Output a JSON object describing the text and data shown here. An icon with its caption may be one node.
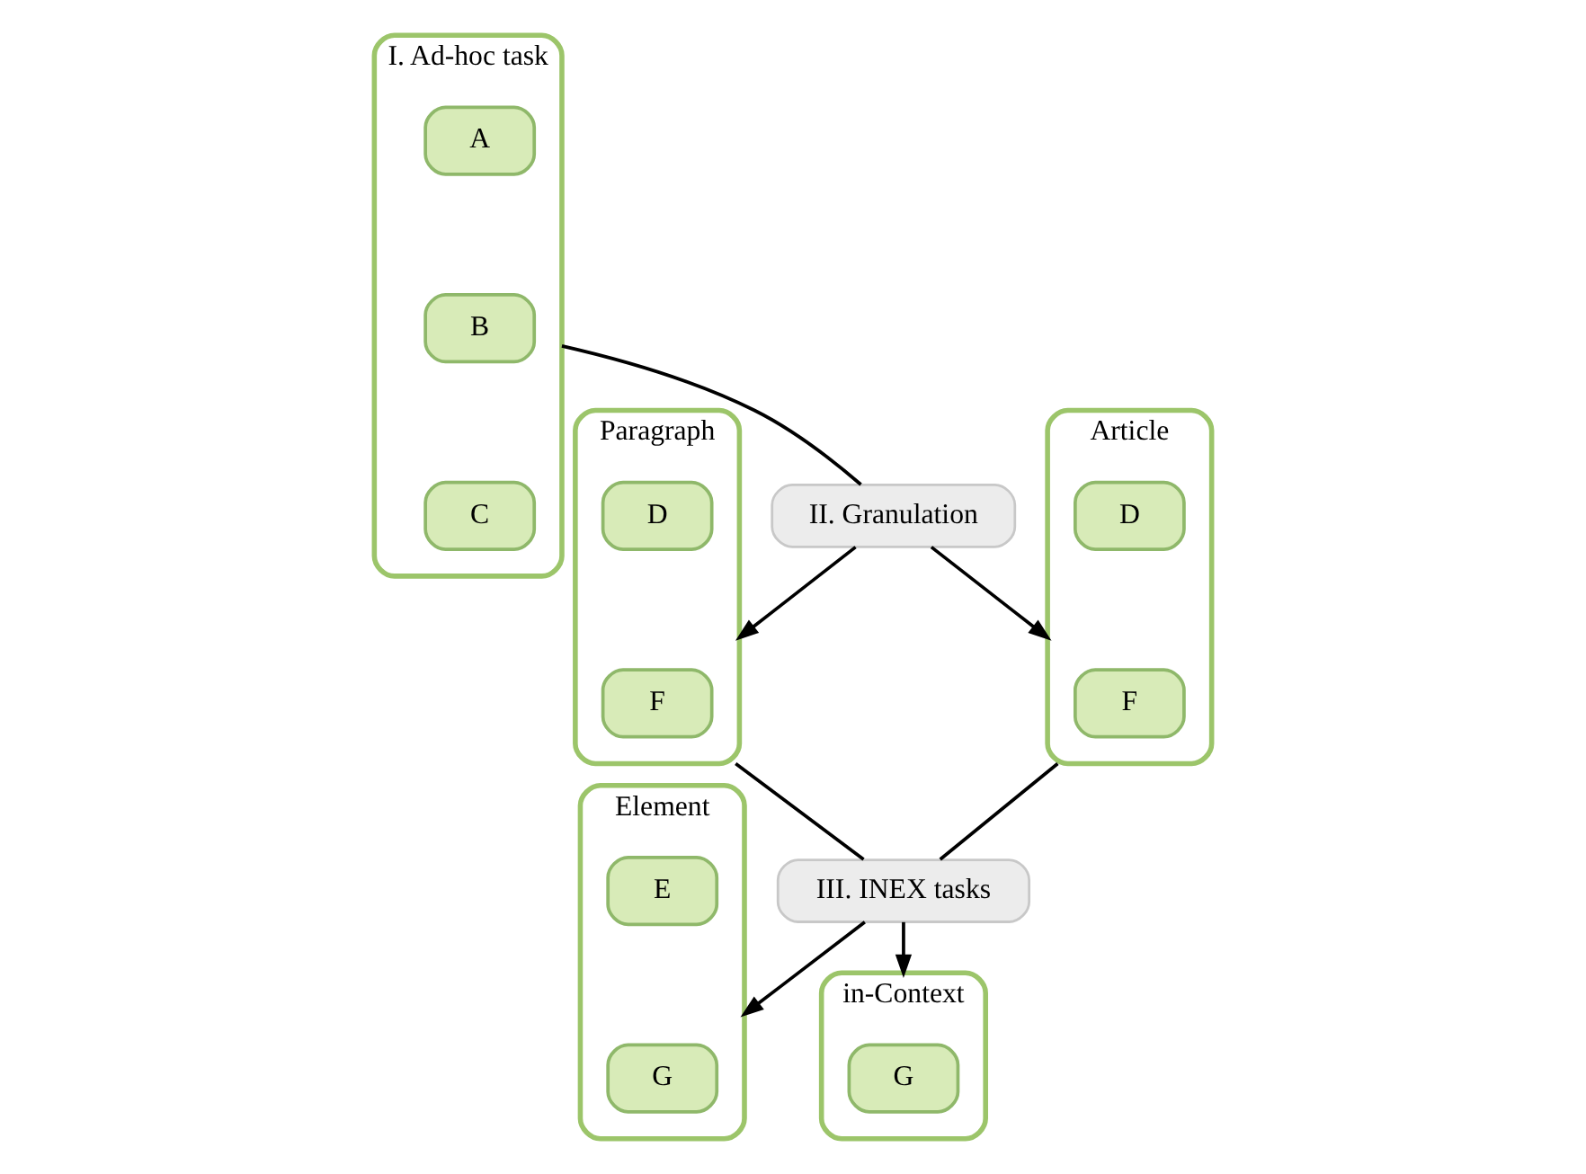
{
  "diagram": {
    "nodes": [
      {
        "text": [
          "I. Ad-hoc task"
        ]
      },
      {
        "text": [
          "A"
        ],
        "in": 0
      },
      {
        "text": [
          "B"
        ],
        "in": 0
      },
      {
        "text": [
          "C"
        ],
        "in": 0
      },
      {
        "text": [
          "II. Granulation"
        ]
      },
      {
        "text": [
          "Paragraph"
        ]
      },
      {
        "text": [
          "D"
        ],
        "in": 5
      },
      {
        "text": [
          "F"
        ],
        "in": 5
      },
      {
        "text": [
          "Article"
        ]
      },
      {
        "text": [
          "D"
        ],
        "in": 8
      },
      {
        "text": [
          "F"
        ],
        "in": 8
      },
      {
        "text": [
          "III. INEX tasks"
        ]
      },
      {
        "text": [
          "Element"
        ]
      },
      {
        "text": [
          "E"
        ],
        "in": 12
      },
      {
        "text": [
          "G"
        ],
        "in": 12
      },
      {
        "text": [
          "in-Context"
        ]
      },
      {
        "text": [
          "G"
        ],
        "in": 15
      }
    ],
    "edges": [
      {
        "from": 0,
        "to": 4,
        "arrow": "none"
      },
      {
        "from": 4,
        "to": 5,
        "arrow": "to"
      },
      {
        "from": 4,
        "to": 8,
        "arrow": "to"
      },
      {
        "from": 5,
        "to": 11,
        "arrow": "none"
      },
      {
        "from": 8,
        "to": 11,
        "arrow": "none"
      },
      {
        "from": 11,
        "to": 12,
        "arrow": "to"
      },
      {
        "from": 11,
        "to": 15,
        "arrow": "to"
      }
    ]
  }
}
